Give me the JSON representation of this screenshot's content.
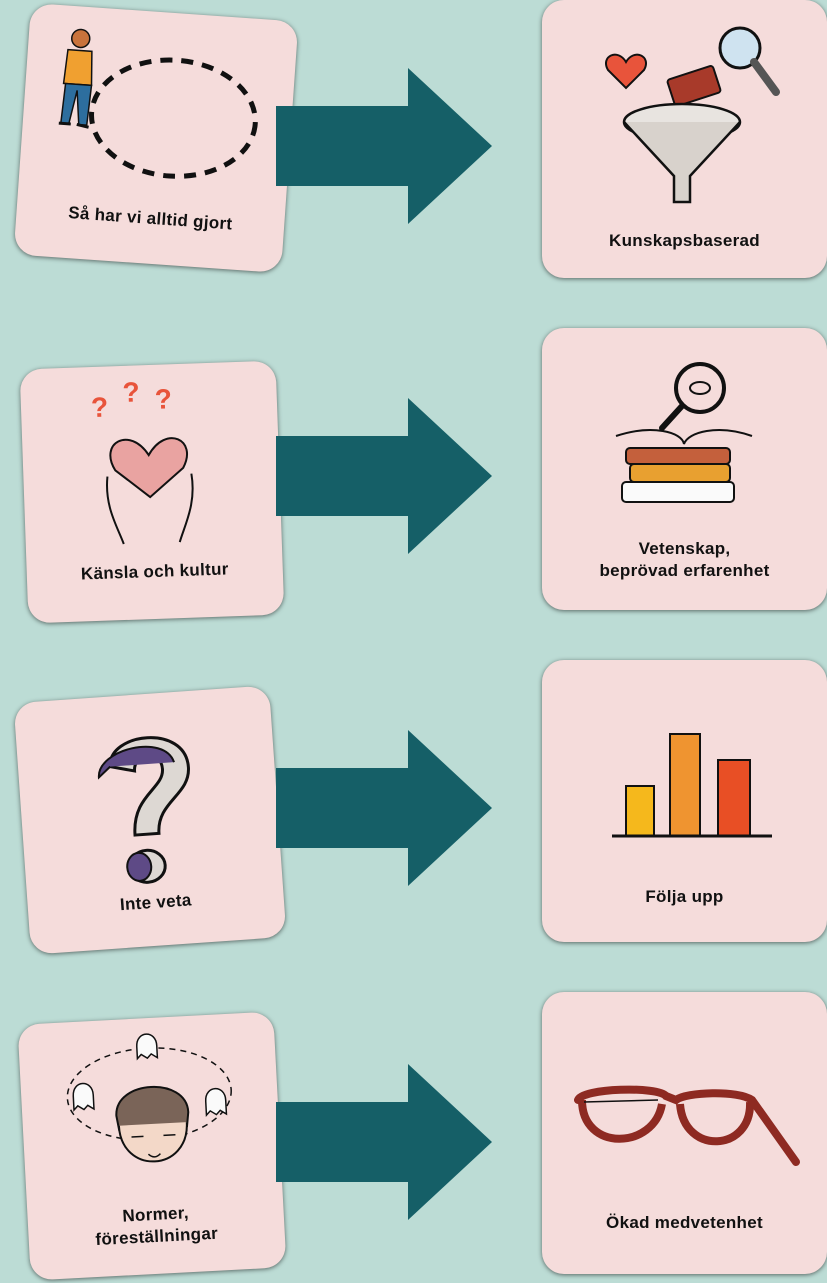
{
  "rows": [
    {
      "from": {
        "label": "Så har vi alltid gjort",
        "icon": "walking-person-loop-icon"
      },
      "to": {
        "lines": [
          "Kunskapsbaserad"
        ],
        "icon": "funnel-book-heart-magnifier-icon"
      }
    },
    {
      "from": {
        "label": "Känsla och kultur",
        "icon": "heart-question-hands-icon"
      },
      "to": {
        "lines": [
          "Vetenskap,",
          "beprövad erfarenhet"
        ],
        "icon": "books-magnifier-icon"
      }
    },
    {
      "from": {
        "label": "Inte veta",
        "icon": "question-mark-icon"
      },
      "to": {
        "lines": [
          "Följa upp"
        ],
        "icon": "bar-chart-icon"
      }
    },
    {
      "from": {
        "lines": [
          "Normer,",
          "föreställningar"
        ],
        "icon": "person-ghosts-icon"
      },
      "to": {
        "lines": [
          "Ökad medvetenhet"
        ],
        "icon": "glasses-icon"
      }
    }
  ],
  "colors": {
    "background": "#bcdcd5",
    "card": "#f5dcdb",
    "arrow": "#155f67"
  }
}
